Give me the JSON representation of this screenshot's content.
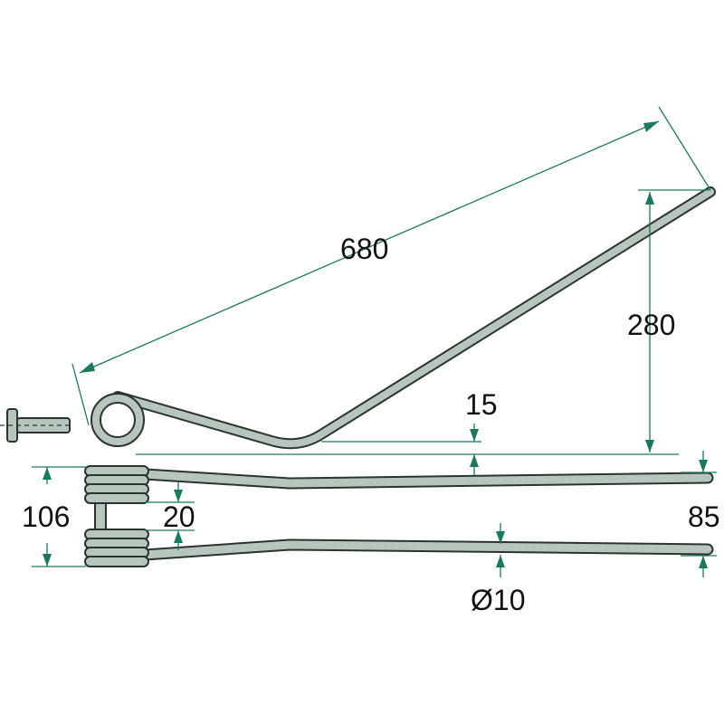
{
  "title": "Tine spring dimension drawing",
  "colors": {
    "dimension": "#1a7a5e",
    "part_fill": "#b7c6bd",
    "outline": "#2b332f"
  },
  "dimensions": {
    "length": "680",
    "height": "280",
    "offset": "15",
    "coil_width": "106",
    "coil_gap": "20",
    "tine_spacing": "85",
    "wire_diameter": "Ø10"
  }
}
